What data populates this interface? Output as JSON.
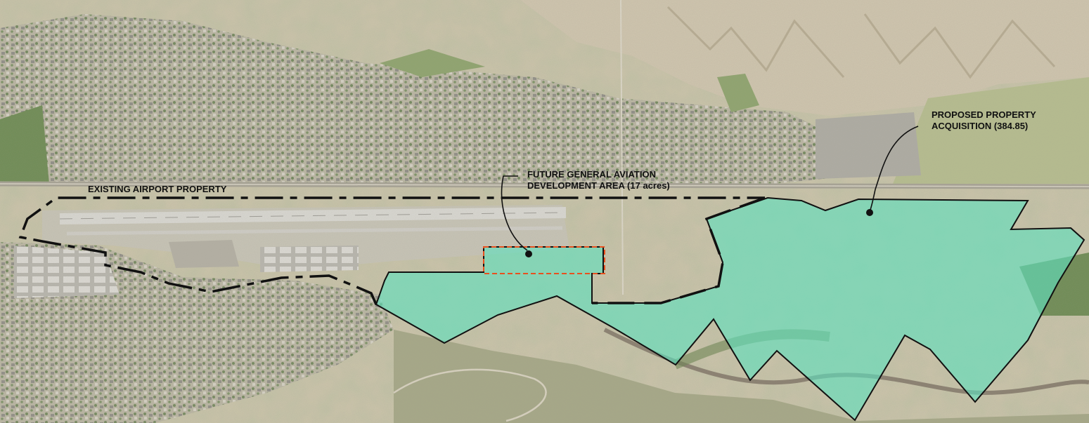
{
  "labels": {
    "existing": "EXISTING AIRPORT PROPERTY",
    "ga_line1": "FUTURE GENERAL AVIATION",
    "ga_line2": "DEVELOPMENT AREA (17 acres)",
    "acq_line1": "PROPOSED PROPERTY",
    "acq_line2": "ACQUISITION (384.85)"
  },
  "colors": {
    "acquisition_fill": "#5fe0bf",
    "boundary": "#111111",
    "ga_outline": "#e8501e",
    "terrain": "#c9c2a7",
    "vegetation": "#7f9a62",
    "urban": "#a9a79c",
    "river": "#8a8070"
  }
}
